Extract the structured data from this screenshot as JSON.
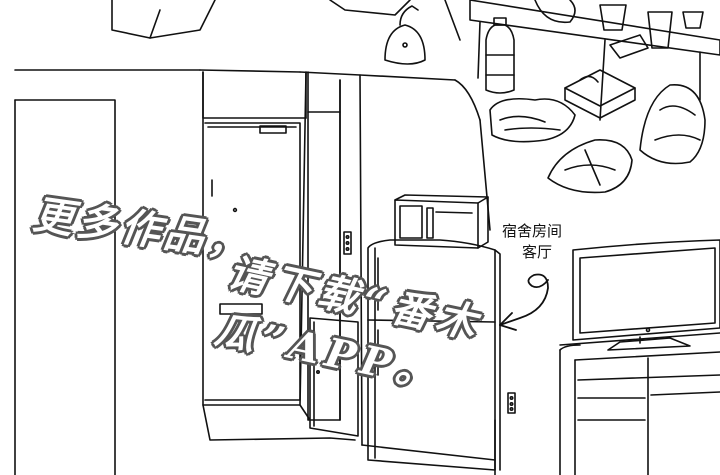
{
  "scene": {
    "caption_line1": "宿舍房间",
    "caption_line2": "客厅",
    "watermark_line1": "更多作品，",
    "watermark_line2": "请下载“番木瓜”APP。"
  },
  "colors": {
    "ink": "#111111",
    "paper": "#ffffff",
    "watermark_outline": "#555555"
  }
}
